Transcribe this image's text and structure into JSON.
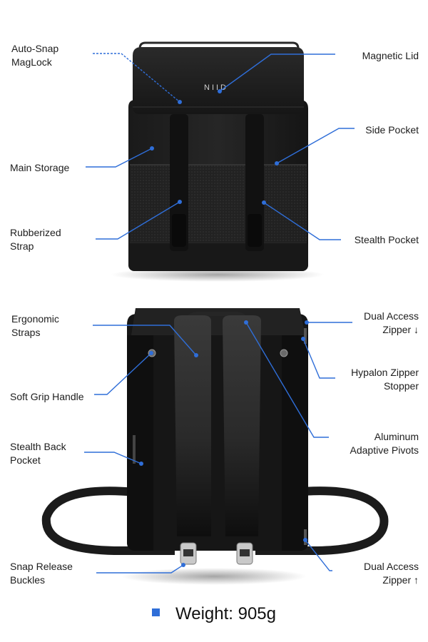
{
  "brand_logo_text": "NIID",
  "front_view": {
    "labels": {
      "auto_snap": "Auto-Snap\nMagLock",
      "magnetic_lid": "Magnetic Lid",
      "side_pocket": "Side Pocket",
      "main_storage": "Main Storage",
      "rubberized_strap": "Rubberized\nStrap",
      "stealth_pocket": "Stealth Pocket"
    }
  },
  "back_view": {
    "labels": {
      "ergonomic_straps": "Ergonomic\nStraps",
      "dual_access_zipper_top": "Dual Access\nZipper ↓",
      "hypalon_stopper": "Hypalon Zipper\nStopper",
      "soft_grip_handle": "Soft Grip Handle",
      "aluminum_pivots": "Aluminum\nAdaptive Pivots",
      "stealth_back_pocket": "Stealth Back\nPocket",
      "snap_release_buckles": "Snap Release\nBuckles",
      "dual_access_zipper_bottom": "Dual Access\nZipper ↑"
    }
  },
  "weight": "Weight: 905g",
  "colors": {
    "accent": "#2f6ed8",
    "bag": "#1c1c1c",
    "text": "#1d1d1d"
  }
}
